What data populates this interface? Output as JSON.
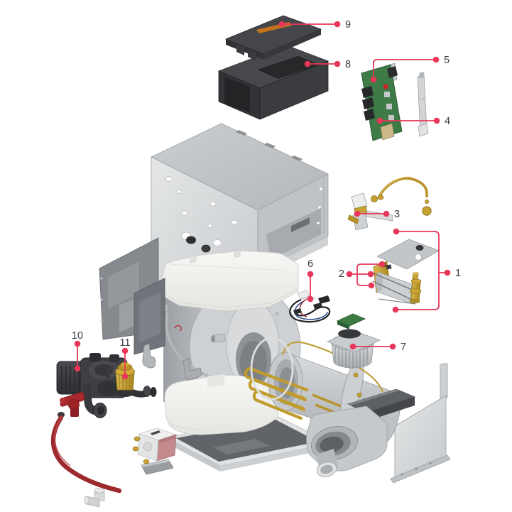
{
  "diagram": {
    "kind": "boiler-exploded-parts-diagram",
    "background": "#ffffff",
    "accent_color": "#e8375a",
    "number_color": "#3c3c45",
    "lid_label_color": "#c5731d"
  },
  "callouts": [
    {
      "num": "1",
      "part": "heat-exchanger-kit"
    },
    {
      "num": "2",
      "part": "electrode-set"
    },
    {
      "num": "3",
      "part": "gas-valve"
    },
    {
      "num": "4",
      "part": "control-board"
    },
    {
      "num": "5",
      "part": "board-component"
    },
    {
      "num": "6",
      "part": "wiring-harness"
    },
    {
      "num": "7",
      "part": "blower-motor"
    },
    {
      "num": "8",
      "part": "control-box"
    },
    {
      "num": "9",
      "part": "control-box-lid"
    },
    {
      "num": "10",
      "part": "pump-assembly"
    },
    {
      "num": "11",
      "part": "brass-fitting"
    }
  ]
}
